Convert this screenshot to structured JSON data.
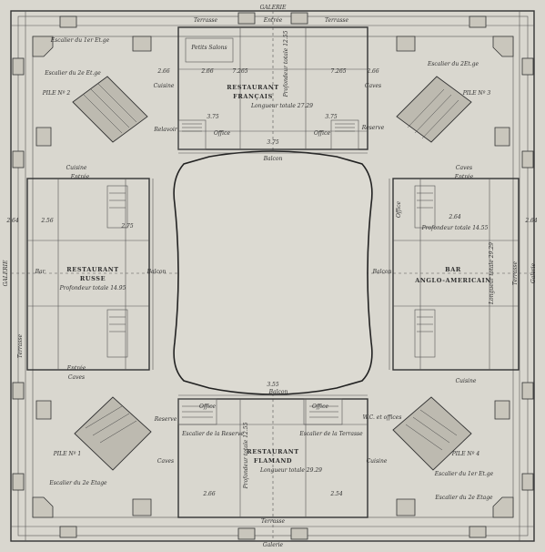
{
  "labels": {
    "galerie_top": "GALERIE",
    "galerie_bottom": "Galerie",
    "terrasse_tl": "Terrasse",
    "entree_top": "Entrée",
    "terrasse_tr": "Terrasse",
    "petits_salons": "Petits Salons",
    "escalier_1er_tl": "Escalier du 1er Et.ge",
    "escalier_2e_tl": "Escalier du 2e Et.ge",
    "escalier_2e_tr": "Escalier du 2Et.ge",
    "pile2": "PILE Nº 2",
    "pile3": "PILE Nº 3",
    "pile1": "PILE Nº 1",
    "pile4": "PILE Nº 4",
    "cuisine_tl": "Cuisine",
    "caves_tr": "Caves",
    "restaurant_francais_1": "RESTAURANT",
    "restaurant_francais_2": "FRANÇAIS",
    "longueur_totale_top": "Longueur totale 27.29",
    "profondeur_top": "Profondeur totale 12.55",
    "office_top": "Office",
    "office_top2": "Office",
    "relavoir": "Relavoir",
    "reserve_top": "Reserve",
    "balcon_top": "Balcon",
    "balcon_left": "Balcon",
    "balcon_right": "Balcon",
    "balcon_bottom": "Balcon",
    "cuisine_left": "Cuisine",
    "entree_left": "Entrée",
    "bar_left": "Bar",
    "restaurant_russe_1": "RESTAURANT",
    "restaurant_russe_2": "RUSSE",
    "profondeur_russe": "Profondeur totale 14.95",
    "terrasse_left": "Terrasse",
    "galerie_left": "GALERIE",
    "entree_left_bottom": "Entrée",
    "caves_left": "Caves",
    "caves_right": "Caves",
    "entree_right": "Entrée",
    "bar_right": "BAR",
    "anglo_americain": "ANGLO-AMERICAIN",
    "profondeur_bar": "Profondeur totale 14.55",
    "longueur_bar": "Longueur totale 29.29",
    "terrasse_right": "Terrasse",
    "galerie_right": "Galerie",
    "cuisine_right": "Cuisine",
    "office_right": "Office",
    "reserve_left_bottom": "Reserve",
    "office_bottom": "Office",
    "office_bottom2": "Office",
    "office_offices": "W.C. et offices",
    "escalier_reserve": "Escalier de la Reserve",
    "escalier_terrasse": "Escalier de la Terrasse",
    "restaurant_flamand_1": "RESTAURANT",
    "restaurant_flamand_2": "FLAMAND",
    "longueur_flamand": "Longueur totale 29.29",
    "profondeur_flamand": "Profondeur totale 12.55",
    "caves_bottom": "Caves",
    "cuisine_bottom": "Cuisine",
    "escalier_1er_br": "Escalier du 1er Et.ge",
    "escalier_2e_bl": "Escalier du 2e Etage",
    "escalier_2e_br": "Escalier du 2e Etage",
    "terrasse_bottom": "Terrasse",
    "dim_center_top": "3.75",
    "dim_center_bottom": "3.55",
    "dim_a": "2.66",
    "dim_b": "2.66",
    "dim_c": "7.265",
    "dim_d": "7.265",
    "dim_e": "2.66",
    "dim_f": "2.64",
    "dim_g": "3.75",
    "dim_h": "3.75",
    "dim_i": "2.75",
    "dim_j": "2.64",
    "dim_k": "2.64",
    "dim_l": "2.56",
    "dim_m": "2.66",
    "dim_n": "2.54"
  }
}
